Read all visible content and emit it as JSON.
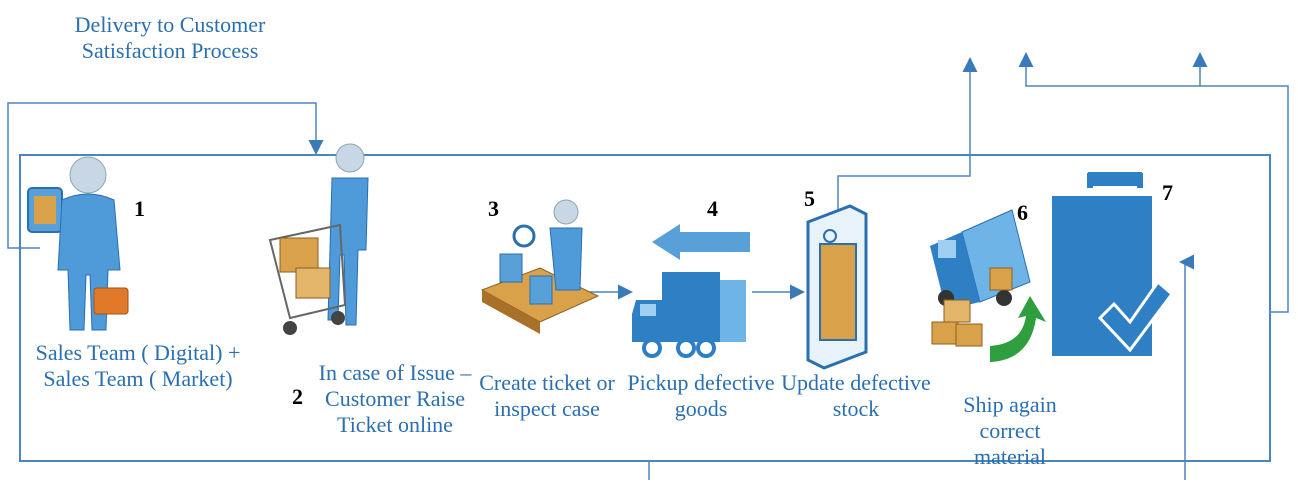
{
  "title": "Delivery to Customer\nSatisfaction Process",
  "steps": [
    {
      "number": "1",
      "label": "Sales Team ( Digital) +\nSales Team ( Market)"
    },
    {
      "number": "2",
      "label": "In case of Issue –\nCustomer Raise\nTicket online"
    },
    {
      "number": "3",
      "label": "Create ticket or\ninspect case"
    },
    {
      "number": "4",
      "label": "Pickup defective\ngoods"
    },
    {
      "number": "5",
      "label": "Update defective\nstock"
    },
    {
      "number": "6",
      "label": "Ship again correct\nmaterial"
    },
    {
      "number": "7",
      "label": ""
    }
  ],
  "icons": [
    "salesperson-icon",
    "shopping-cart-person-icon",
    "inspection-conveyor-icon",
    "delivery-truck-icon",
    "stock-box-icon",
    "shipping-truck-icon",
    "shopping-bag-check-icon"
  ],
  "colors": {
    "primary": "#2a6fb0",
    "line": "#4a86c0",
    "light_blue": "#6fb4e6",
    "box": "#d9a24a",
    "green": "#2e9e3e"
  }
}
